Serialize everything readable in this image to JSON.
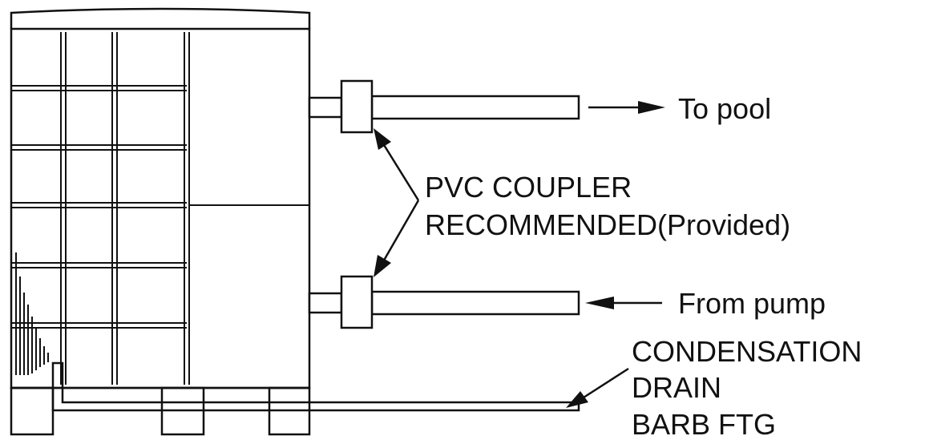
{
  "labels": {
    "to_pool": "To  pool",
    "coupler_line1": "PVC COUPLER",
    "coupler_line2": "RECOMMENDED(Provided)",
    "from_pump": "From pump",
    "drain_line1": "CONDENSATION",
    "drain_line2": "DRAIN",
    "drain_line3": "BARB FTG"
  },
  "colors": {
    "ink": "#111111",
    "background": "#ffffff"
  }
}
